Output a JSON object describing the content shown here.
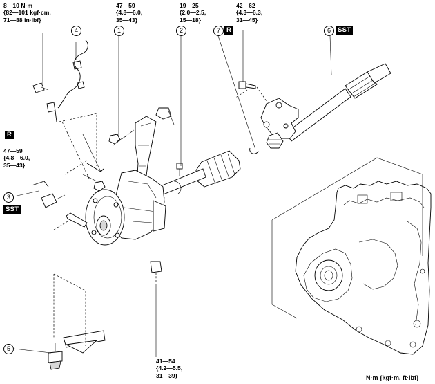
{
  "torque_specs": {
    "t1": "8—10 N·m\n{82—101 kgf·cm,\n71—88 in·lbf}",
    "t2": "47—59\n{4.8—6.0,\n35—43}",
    "t3": "19—25\n{2.0—2.5,\n15—18}",
    "t4": "42—62\n{4.3—6.3,\n31—45}",
    "t5": "47—59\n{4.8—6.0,\n35—43}",
    "t6": "41—54\n{4.2—5.5,\n31—39}"
  },
  "callouts": {
    "c1": "1",
    "c2": "2",
    "c3": "3",
    "c4": "4",
    "c5": "5",
    "c6": "6",
    "c7": "7"
  },
  "tags": {
    "r_left": "R",
    "r_top": "R",
    "sst_left": "SST",
    "sst_top": "SST"
  },
  "units_note": "N·m {kgf·m, ft·lbf}"
}
